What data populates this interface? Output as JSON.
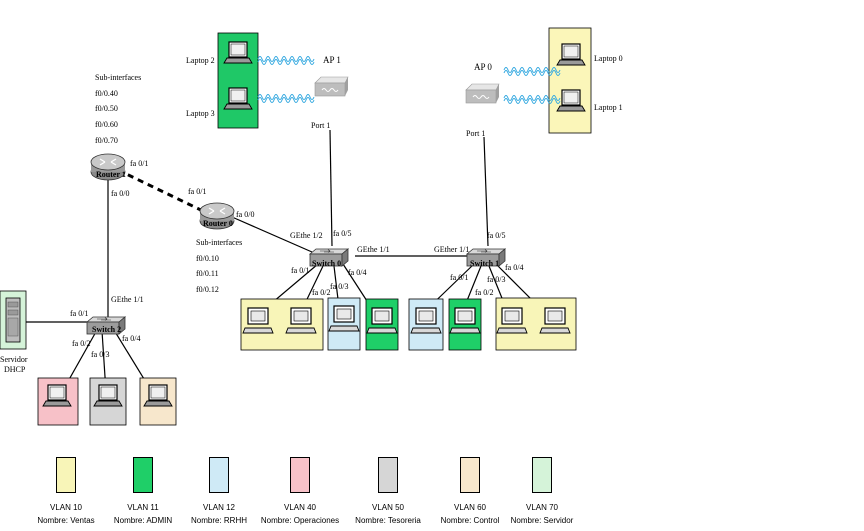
{
  "colors": {
    "ventas": "#f8f5b8",
    "admin": "#1fcf68",
    "rrhh": "#cfeaf6",
    "operaciones": "#f7c1c8",
    "tesoreria": "#d6d6d6",
    "control": "#f7e7cc",
    "servidor": "#d5f3d9",
    "laptop_green": "#1fc867",
    "laptop_yellow": "#fbf6b9",
    "wireless": "#35a9e0",
    "device_gray": "#bdbdbd"
  },
  "devices": {
    "router1": "Router 1",
    "router0": "Router 0",
    "switch2": "Switch 2",
    "switch0": "Switch 0",
    "switch1": "Switch 1",
    "ap1": "AP 1",
    "ap0": "AP 0",
    "server": [
      "Servidor",
      "DHCP"
    ],
    "laptop2": "Laptop 2",
    "laptop3": "Laptop 3",
    "laptop0": "Laptop 0",
    "laptop1": "Laptop 1"
  },
  "subinterfaces_r1": {
    "title": "Sub-interfaces",
    "items": [
      "f0/0.40",
      "f0/0.50",
      "f0/0.60",
      "f0/0.70"
    ]
  },
  "subinterfaces_r0": {
    "title": "Sub-interfaces",
    "items": [
      "f0/0.10",
      "f0/0.11",
      "f0/0.12"
    ]
  },
  "ports": {
    "r1_fa01": "fa 0/1",
    "r1_fa00": "fa 0/0",
    "r0_fa01": "fa 0/1",
    "r0_fa00": "fa 0/0",
    "sw2_ge11": "GEthe 1/1",
    "sw2_fa01": "fa 0/1",
    "sw2_fa02": "fa 0/2",
    "sw2_fa03": "fa 0/3",
    "sw2_fa04": "fa 0/4",
    "sw0_ge12": "GEthe 1/2",
    "sw0_fa05": "fa 0/5",
    "sw0_ge11": "GEthe 1/1",
    "sw0_fa01": "fa 0/1",
    "sw0_fa02": "fa 0/2",
    "sw0_fa03": "fa 0/3",
    "sw0_fa04": "fa 0/4",
    "sw1_ge11": "GEther 1/1",
    "sw1_fa05": "fa 0/5",
    "sw1_fa01": "fa 0/1",
    "sw1_fa02": "fa 0/2",
    "sw1_fa03": "fa 0/3",
    "sw1_fa04": "fa 0/4",
    "ap1_port": "Port 1",
    "ap0_port": "Port 1"
  },
  "legend": [
    {
      "vlan": "VLAN 10",
      "name": "Nombre: Ventas",
      "color": "#f8f5b8"
    },
    {
      "vlan": "VLAN 11",
      "name": "Nombre: ADMIN",
      "color": "#1fcf68"
    },
    {
      "vlan": "VLAN 12",
      "name": "Nombre: RRHH",
      "color": "#cfeaf6"
    },
    {
      "vlan": "VLAN 40",
      "name": "Nombre: Operaciones",
      "color": "#f7c1c8"
    },
    {
      "vlan": "VLAN 50",
      "name": "Nombre: Tesoreria",
      "color": "#d6d6d6"
    },
    {
      "vlan": "VLAN 60",
      "name": "Nombre: Control",
      "color": "#f7e7cc"
    },
    {
      "vlan": "VLAN 70",
      "name": "Nombre: Servidor",
      "color": "#d5f3d9"
    }
  ]
}
